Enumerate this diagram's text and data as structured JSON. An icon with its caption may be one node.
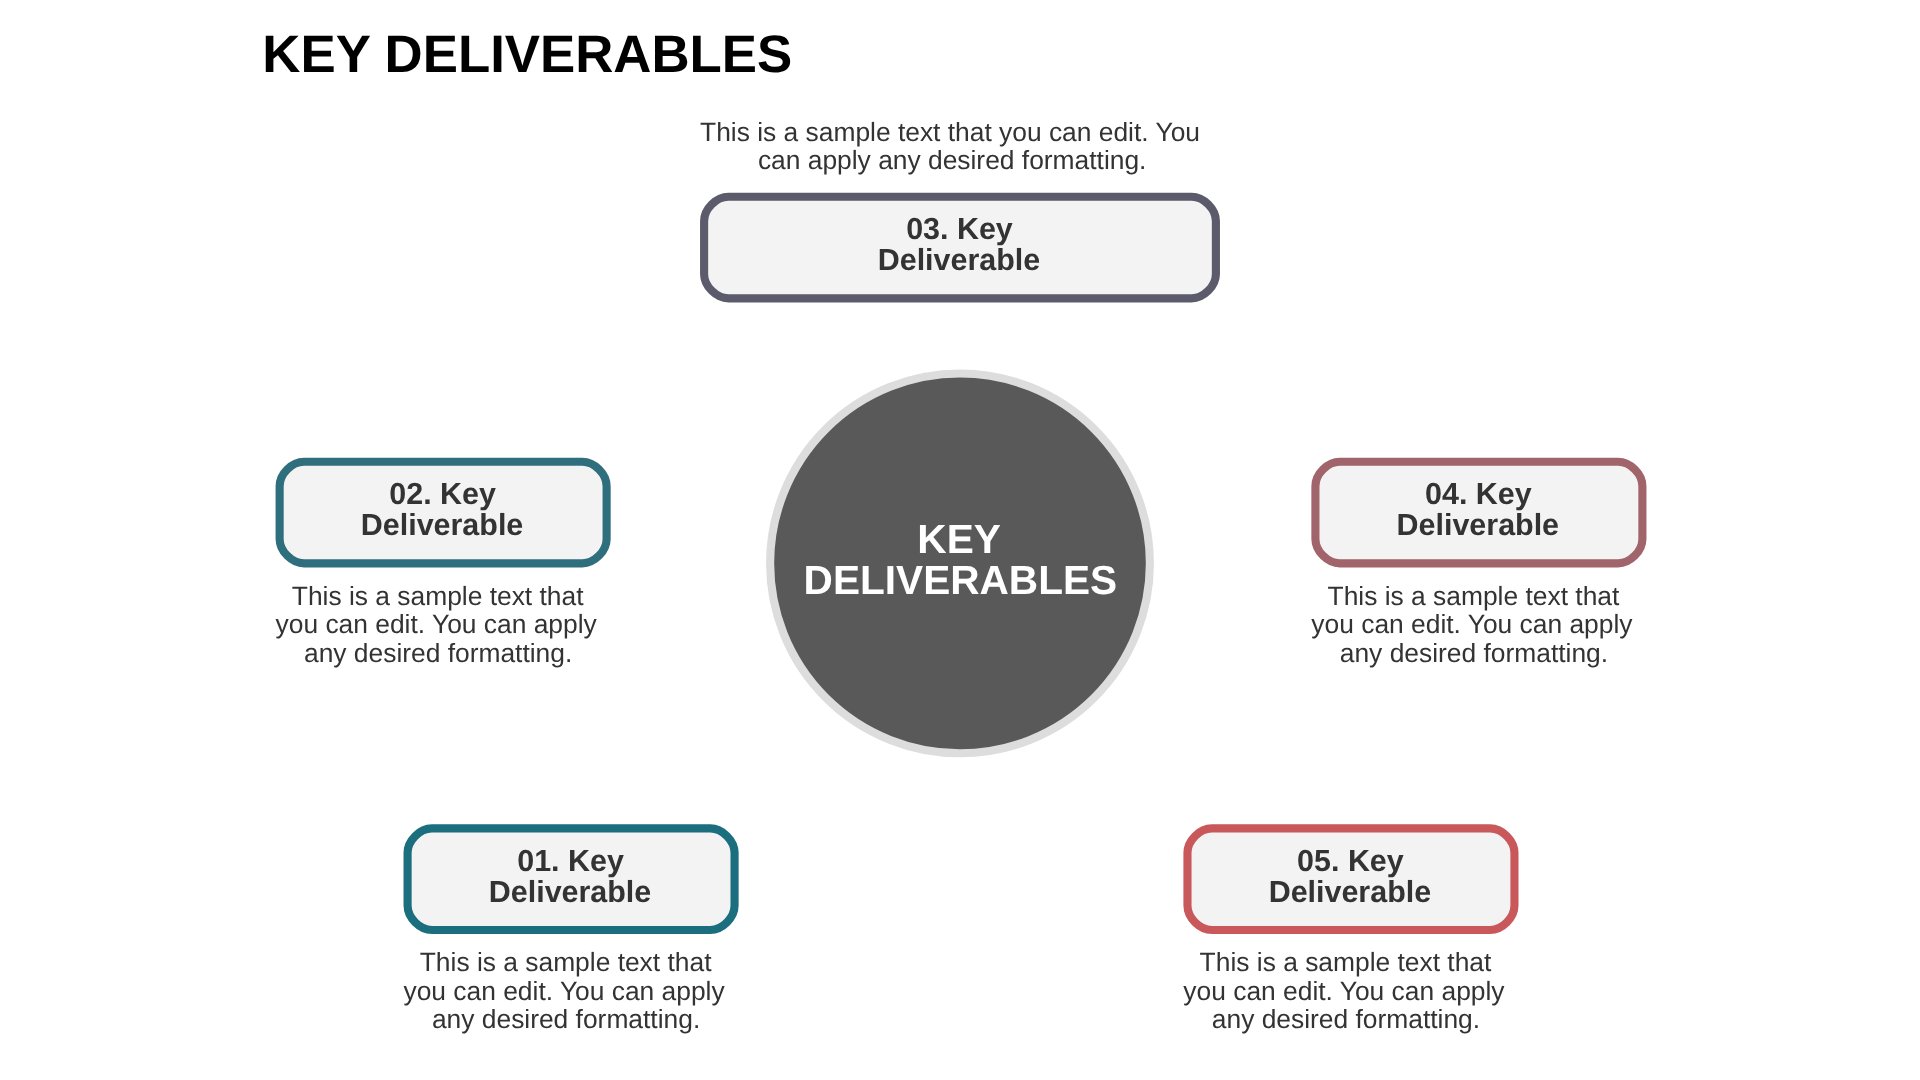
{
  "diagram": {
    "title": "KEY DELIVERABLES",
    "nodes": [
      {
        "text": [
          "03. Key Deliverable"
        ],
        "beside": [
          "This is a sample text that you can edit. You can apply any desired formatting."
        ]
      },
      {
        "text": [
          "02. Key Deliverable"
        ],
        "beside": [
          "This is a sample text that you can edit. You can apply any desired formatting."
        ]
      },
      {
        "text": [
          "KEY DELIVERABLES"
        ]
      },
      {
        "text": [
          "04. Key Deliverable"
        ],
        "beside": [
          "This is a sample text that you can edit. You can apply any desired formatting."
        ]
      },
      {
        "text": [
          "01. Key Deliverable"
        ],
        "beside": [
          "This is a sample text that you can edit. You can apply any desired formatting."
        ]
      },
      {
        "text": [
          "05. Key Deliverable"
        ],
        "beside": [
          "This is a sample text that you can edit. You can apply any desired formatting."
        ]
      }
    ],
    "edges": []
  }
}
